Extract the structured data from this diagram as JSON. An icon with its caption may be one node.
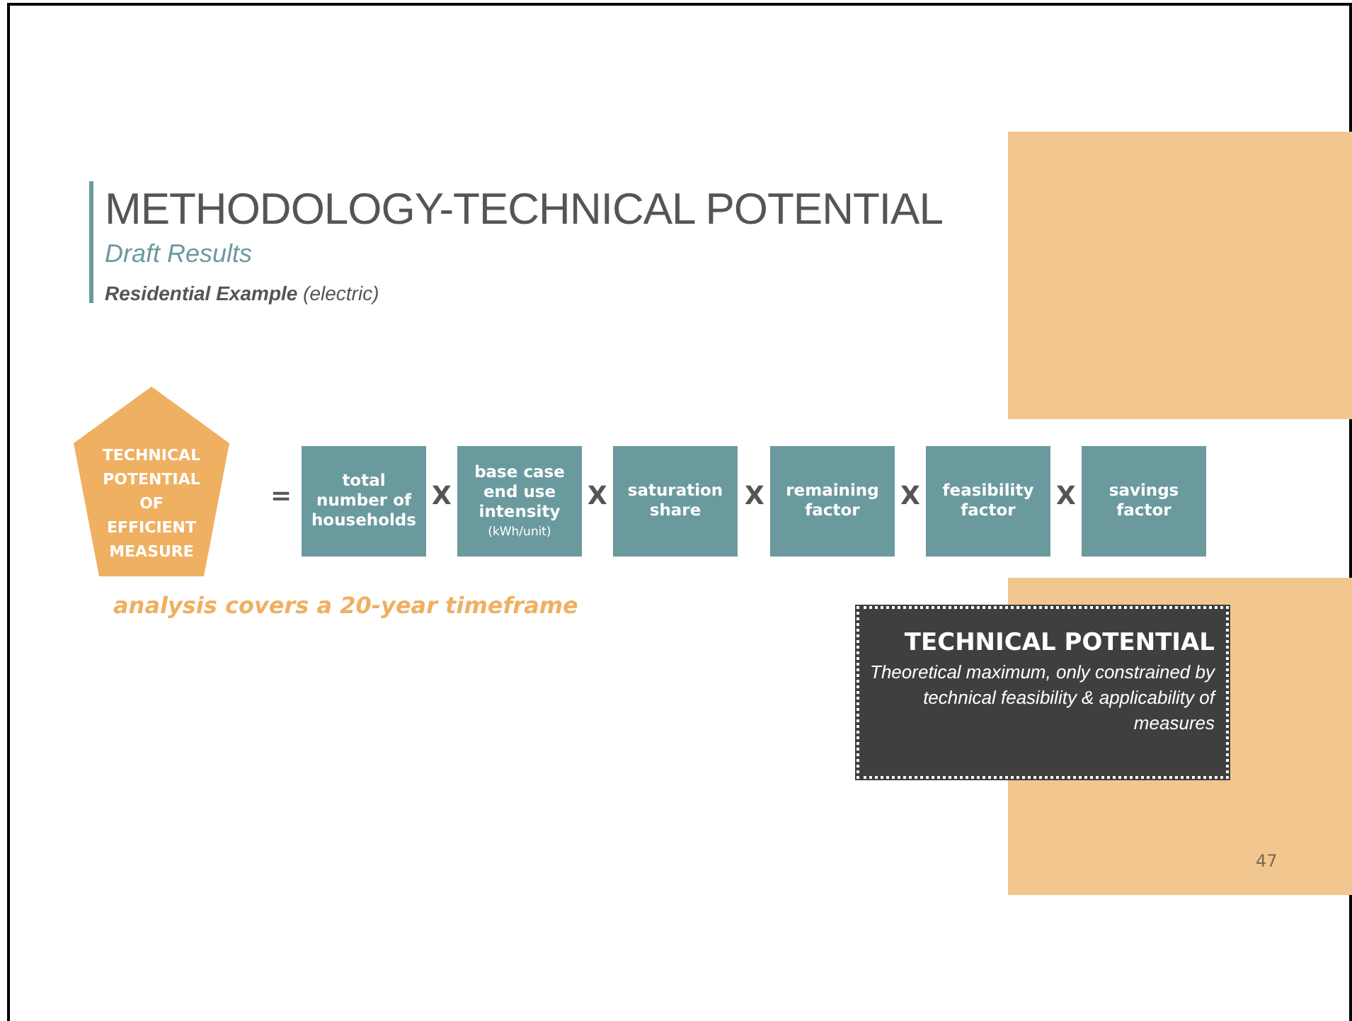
{
  "diagram": {
    "title": "METHODOLOGY-TECHNICAL POTENTIAL",
    "nodes": [
      {
        "text": [
          "TECHNICAL POTENTIAL OF EFFICIENT MEASURE"
        ]
      },
      {
        "text": [
          "total number of households"
        ]
      },
      {
        "text": [
          "base case end use intensity",
          "(kWh/unit)"
        ]
      },
      {
        "text": [
          "saturation share"
        ]
      },
      {
        "text": [
          "remaining factor"
        ]
      },
      {
        "text": [
          "feasibility factor"
        ]
      },
      {
        "text": [
          "savings factor"
        ]
      },
      {
        "text": [
          "TECHNICAL POTENTIAL",
          "Theoretical maximum, only constrained by technical feasibility & applicability of measures"
        ]
      }
    ],
    "labels": [
      "Draft Results",
      "**Residential Example** (electric)",
      "=",
      "X",
      "X",
      "X",
      "X",
      "X",
      "analysis covers a 20-year timeframe",
      "47"
    ]
  }
}
